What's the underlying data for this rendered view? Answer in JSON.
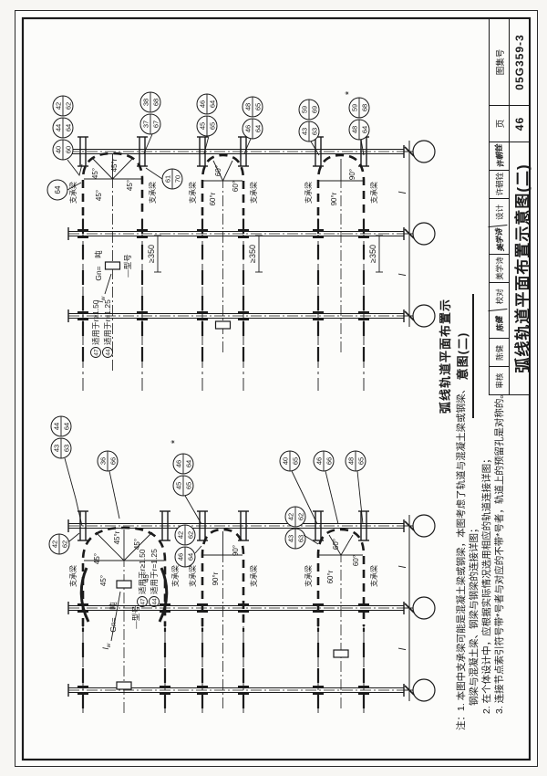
{
  "titleblock": {
    "atlas_label": "图集号",
    "atlas_no": "05G359-3",
    "page_label": "页",
    "page_no": "46",
    "title": "弧线轨道平面布置示意图(二)",
    "roles": [
      {
        "label": "审核",
        "name": "陈健",
        "sig": "陈健"
      },
      {
        "label": "校对",
        "name": "美学诗",
        "sig": "美学诗"
      },
      {
        "label": "设计",
        "name": "许朝铨",
        "sig": "许朝铨"
      }
    ]
  },
  "caption": "弧线轨道平面布置示意图(二)",
  "notes": {
    "lines": [
      "注：1. 本图中支承梁可能是混凝土梁或钢梁，本图考虑了轨道与混凝土梁或钢梁、",
      "钢梁与混凝土梁、钢梁与钢梁的连接详图；",
      "2. 在个体设计中，应根据实际情况选用相应的轨道连接详图；",
      "3. 连接节点索引符号带*号者与对应的不带*号者，轨道上的预留孔是对称的。"
    ]
  },
  "labels": {
    "support_beam": "支承梁",
    "dim_350": "≥350",
    "span": "l",
    "lw_main": "l",
    "lw_sub": "w",
    "trolley_cap": "Gn=　吨",
    "trolley_model": "—型号",
    "asterisk": "*"
  },
  "fits": [
    {
      "ref": "47",
      "text": "适用于r≥1.50"
    },
    {
      "ref": "44",
      "text": "适用于r=1.25"
    }
  ],
  "angles": {
    "fan45": [
      "45°",
      "45°",
      "45°r",
      "45°"
    ],
    "fan45b": [
      "45°",
      "45°",
      "45°r",
      "45°",
      "45°"
    ],
    "fan60": [
      "60°r",
      "60°",
      "60°"
    ],
    "fan90": [
      "90°r",
      "90°"
    ]
  },
  "bubbles": {
    "right": [
      [
        "40",
        "60"
      ],
      [
        "44",
        "64"
      ],
      [
        "42",
        "62"
      ],
      [
        "64"
      ],
      [
        "37",
        "67"
      ],
      [
        "38",
        "68"
      ],
      [
        "61",
        "70"
      ],
      [
        "45",
        "65"
      ],
      [
        "46",
        "64"
      ],
      [
        "46",
        "64"
      ],
      [
        "48",
        "65"
      ],
      [
        "43",
        "63"
      ],
      [
        "59",
        "69"
      ],
      [
        "48",
        "64"
      ],
      [
        "59",
        "68"
      ]
    ],
    "left": [
      [
        "43",
        "63"
      ],
      [
        "44",
        "64"
      ],
      [
        "42",
        "62"
      ],
      [
        "36",
        "66"
      ],
      [
        "45",
        "65"
      ],
      [
        "46",
        "64"
      ],
      [
        "46",
        "64"
      ],
      [
        "42",
        "62"
      ],
      [
        "43",
        "63"
      ],
      [
        "42",
        "62"
      ],
      [
        "40",
        "65"
      ],
      [
        "46",
        "66"
      ],
      [
        "48",
        "65"
      ]
    ]
  }
}
